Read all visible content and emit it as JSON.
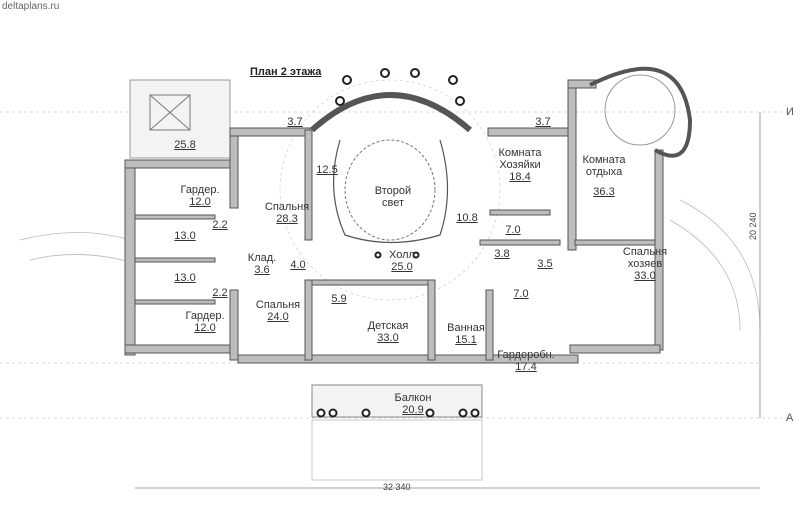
{
  "site": "deltaplans.ru",
  "title": "План 2 этажа",
  "rooms": [
    {
      "name": "",
      "area": "25.8"
    },
    {
      "name": "",
      "area": "3.7"
    },
    {
      "name": "",
      "area": "3.7"
    },
    {
      "name": "Гардер.",
      "area": "12.0"
    },
    {
      "name": "Спальня",
      "area": "28.3"
    },
    {
      "name": "",
      "area": "12.5"
    },
    {
      "name": "Второй свет",
      "area": ""
    },
    {
      "name": "",
      "area": "10.8"
    },
    {
      "name": "Комната Хозяйки",
      "area": "18.4"
    },
    {
      "name": "Комната отдыха",
      "area": "36.3"
    },
    {
      "name": "",
      "area": "7.0"
    },
    {
      "name": "",
      "area": "13.0"
    },
    {
      "name": "",
      "area": "2.2"
    },
    {
      "name": "Клад.",
      "area": "3.6"
    },
    {
      "name": "",
      "area": "4.0"
    },
    {
      "name": "Холл",
      "area": "25.0"
    },
    {
      "name": "",
      "area": "3.8"
    },
    {
      "name": "",
      "area": "3.5"
    },
    {
      "name": "Спальня хозяев",
      "area": "33.0"
    },
    {
      "name": "",
      "area": "13.0"
    },
    {
      "name": "",
      "area": "2.2"
    },
    {
      "name": "",
      "area": "7.0"
    },
    {
      "name": "",
      "area": "5.9"
    },
    {
      "name": "Гардер.",
      "area": "12.0"
    },
    {
      "name": "Спальня",
      "area": "24.0"
    },
    {
      "name": "Детская",
      "area": "33.0"
    },
    {
      "name": "Ванная",
      "area": "15.1"
    },
    {
      "name": "Гардеробн.",
      "area": "17.4"
    },
    {
      "name": "Балкон",
      "area": "20.9"
    }
  ],
  "dimensions": {
    "width": "32 340",
    "depth": "20 240"
  },
  "axes": {
    "top": "И",
    "bottom": "А"
  }
}
